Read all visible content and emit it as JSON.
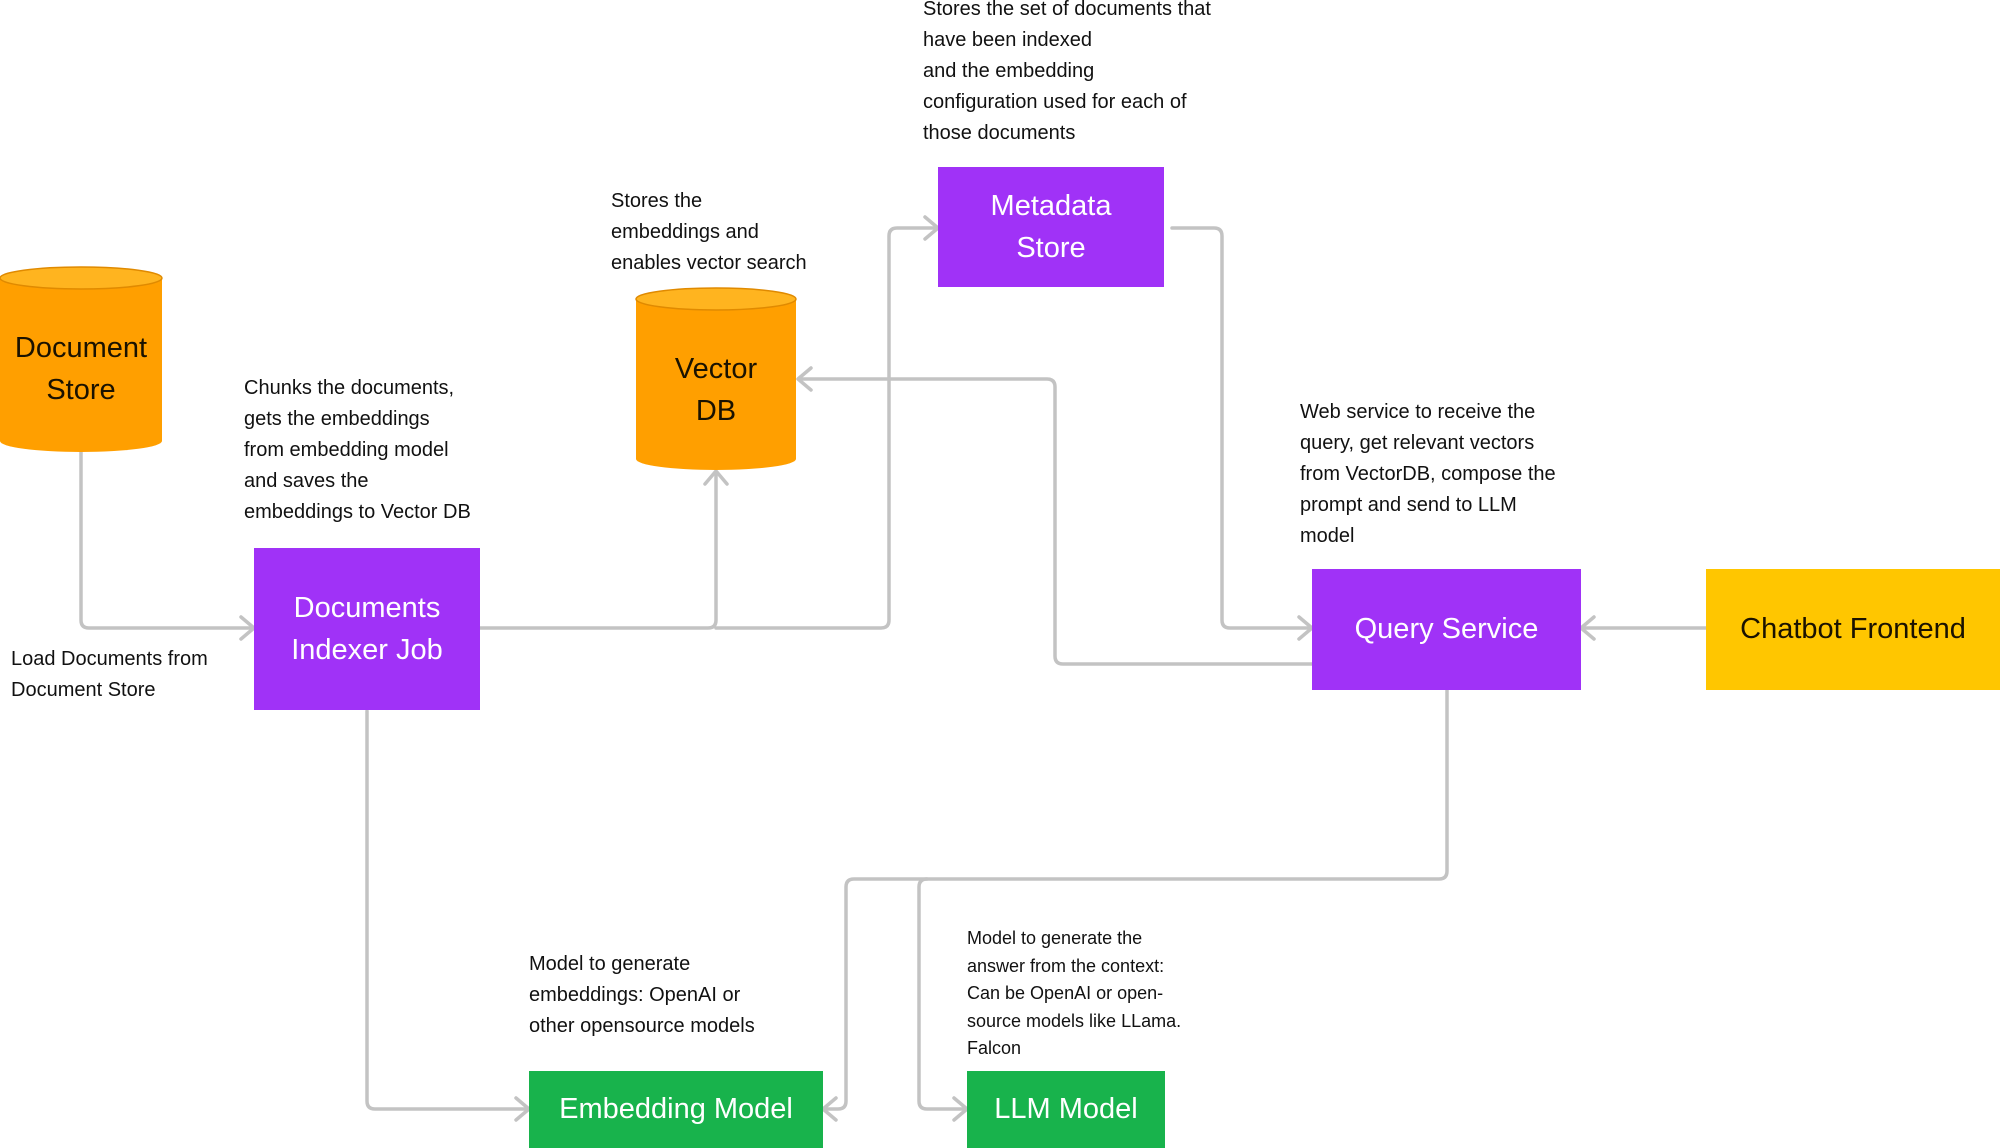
{
  "colors": {
    "service": "#a032f7",
    "storage": "#ff9f00",
    "model": "#18b34c",
    "frontend": "#ffc600",
    "connector": "#c3c3c3"
  },
  "nodes": {
    "document_store": "Document\nStore",
    "vector_db": "Vector\nDB",
    "metadata_store": "Metadata\nStore",
    "indexer_job": "Documents\nIndexer Job",
    "query_service": "Query Service",
    "chatbot_frontend": "Chatbot Frontend",
    "embedding_model": "Embedding Model",
    "llm_model": "LLM Model"
  },
  "notes": {
    "load_documents": "Load Documents from\nDocument Store",
    "indexer": "Chunks the documents,\ngets the embeddings\nfrom embedding model\nand saves the\nembeddings to Vector DB",
    "vector_db": "Stores the\nembeddings and\nenables vector search",
    "metadata_store": "Stores the set of documents that\nhave been indexed\nand the embedding\nconfiguration used for each of\nthose documents",
    "query_service": "Web service to receive the\nquery, get relevant vectors\nfrom VectorDB, compose the\nprompt and send to LLM\nmodel",
    "embedding_model": "Model to generate\nembeddings: OpenAI or\nother opensource models",
    "llm_model": "Model to generate the\nanswer from the context:\nCan be OpenAI or open-\nsource models like LLama.\nFalcon"
  }
}
